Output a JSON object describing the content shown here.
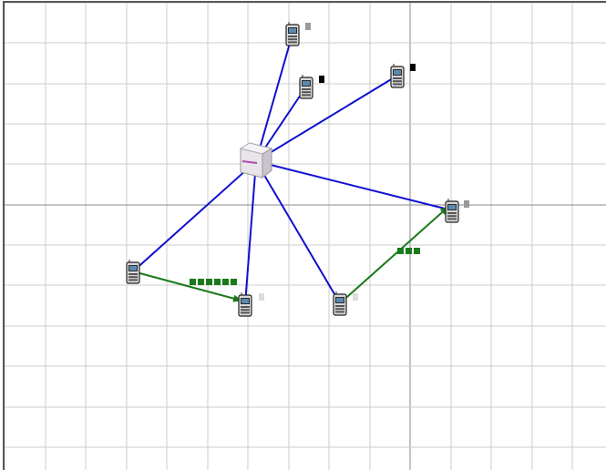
{
  "colors": {
    "background": "#ffffff",
    "frame": "#555555",
    "grid_minor": "#cccccc",
    "grid_major": "#888888",
    "wireless_link": "#1010d0",
    "data_link": "#1a7a1a",
    "queue_packet": "#1a7a1a",
    "status_black": "#000000",
    "status_gray": "#999999",
    "status_light": "#dddddd"
  },
  "icons": {
    "access_point": "router-box-icon",
    "station": "mobile-phone-icon"
  },
  "nodes": [
    {
      "id": "ap",
      "kind": "access_point"
    },
    {
      "id": "n1",
      "kind": "station",
      "status": "gray"
    },
    {
      "id": "n2",
      "kind": "station",
      "status": "black"
    },
    {
      "id": "n3",
      "kind": "station",
      "status": "black"
    },
    {
      "id": "n4",
      "kind": "station",
      "status": "gray"
    },
    {
      "id": "n5",
      "kind": "station",
      "status": "none"
    },
    {
      "id": "n6",
      "kind": "station",
      "status": "light"
    },
    {
      "id": "n7",
      "kind": "station",
      "status": "light"
    }
  ],
  "wireless_links": [
    {
      "from": "ap",
      "to": "n1"
    },
    {
      "from": "ap",
      "to": "n2"
    },
    {
      "from": "ap",
      "to": "n3"
    },
    {
      "from": "ap",
      "to": "n4"
    },
    {
      "from": "ap",
      "to": "n5"
    },
    {
      "from": "ap",
      "to": "n6"
    },
    {
      "from": "ap",
      "to": "n7"
    }
  ],
  "data_flows": [
    {
      "from": "n5",
      "to": "n6",
      "queued_packets": 6
    },
    {
      "from": "n7",
      "to": "n4",
      "queued_packets": 3
    }
  ]
}
